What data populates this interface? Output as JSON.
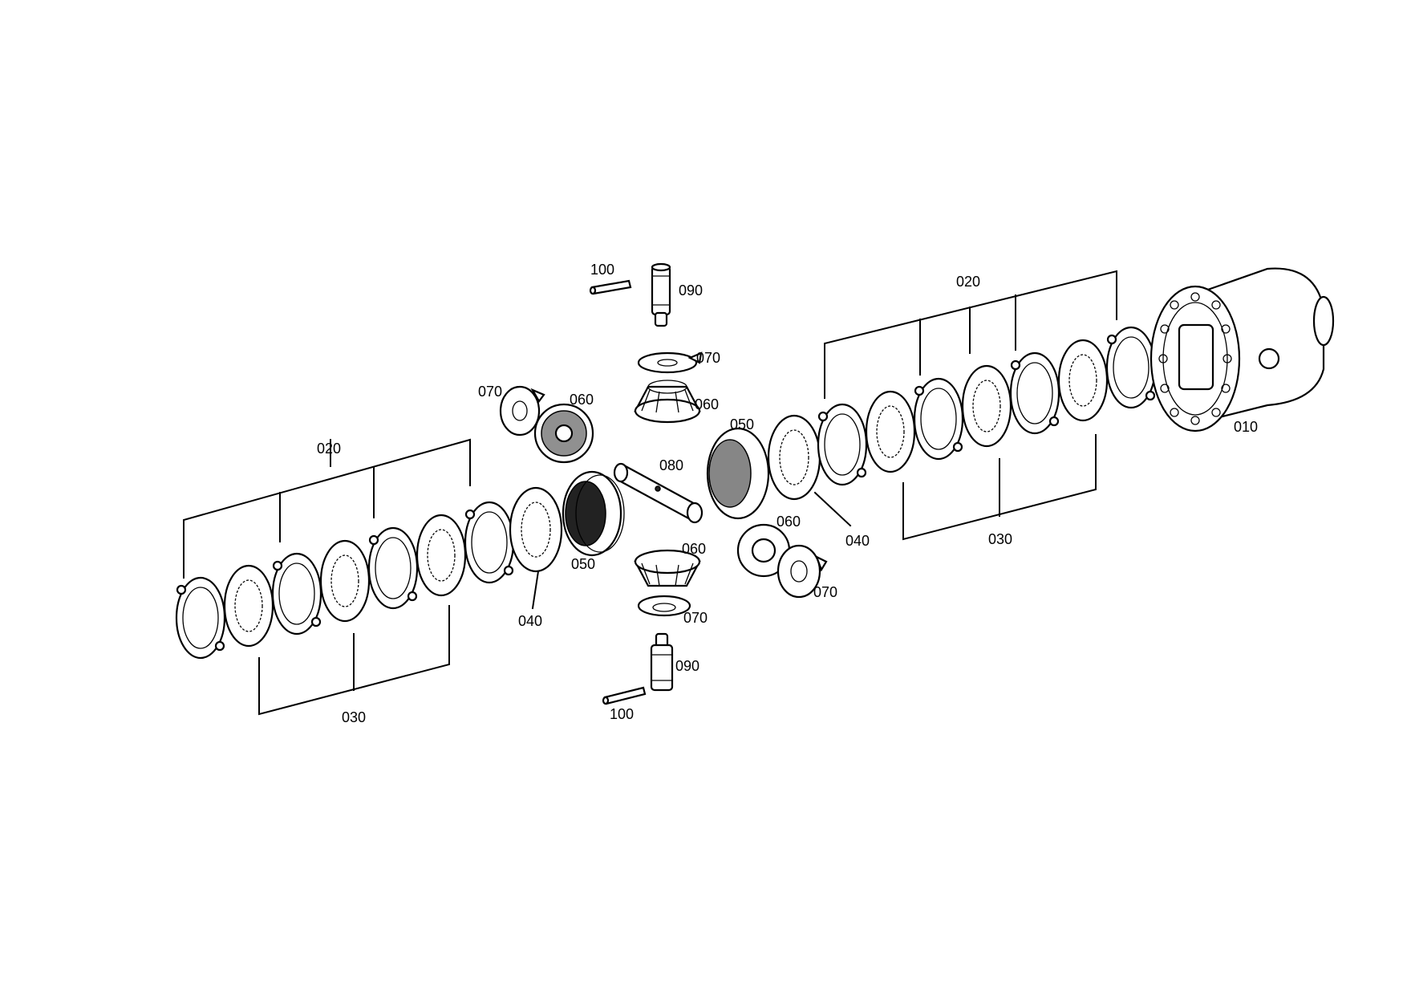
{
  "labels": {
    "housing": "010",
    "outer_plate_left": "020",
    "outer_plate_right": "020",
    "inner_plate_left": "030",
    "inner_plate_right": "030",
    "pressure_ring_left": "040",
    "pressure_ring_right": "040",
    "side_gear_left": "050",
    "side_gear_right": "050",
    "pinion_top_left": "060",
    "pinion_top": "060",
    "pinion_bottom_right": "060",
    "pinion_bottom": "060",
    "washer_top": "070",
    "washer_left": "070",
    "washer_right": "070",
    "washer_bottom": "070",
    "cross_shaft": "080",
    "bolt_top": "090",
    "bolt_bottom": "090",
    "pin_top": "100",
    "pin_bottom": "100"
  }
}
